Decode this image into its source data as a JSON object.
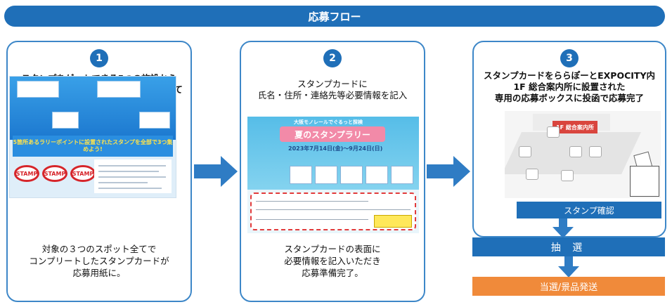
{
  "header": {
    "title": "応募フロー"
  },
  "steps": [
    {
      "number": "1",
      "heading": "スタンプをゲットできる5つの施設から\nA~Cの3つのスポットのスタンプを集めて\n応募権の獲得",
      "caption": "対象の３つのスポット全てで\nコンプリートしたスタンプカードが\n応募用紙に。",
      "flyer": {
        "stamp_label": "STAMP",
        "banner_text": "5箇所あるラリーポイントに設置されたスタンプを全部で3つ集めよう!"
      }
    },
    {
      "number": "2",
      "heading": "スタンプカードに\n氏名・住所・連絡先等必要情報を記入",
      "caption": "スタンプカードの表面に\n必要情報を記入いただき\n応募準備完了。",
      "flyer": {
        "title": "夏のスタンプラリー",
        "subtitle": "大阪モノレールでぐるっと探検",
        "dates": "2023年7月14日(金)〜9月24日(日)"
      }
    },
    {
      "number": "3",
      "heading": "スタンプカードをららぽーとEXPOCITY内\n1F 総合案内所に設置された\n専用の応募ボックスに投函で応募完了",
      "map": {
        "info_label": "1F 総合案内所"
      }
    }
  ],
  "flow": {
    "confirm_label": "スタンプ確認",
    "draw_label": "抽 選",
    "win_label": "当選/景品発送"
  },
  "colors": {
    "primary": "#1f6fb8",
    "arrow": "#2f7cc4",
    "result": "#f08a3a",
    "stamp": "#d6252a"
  }
}
